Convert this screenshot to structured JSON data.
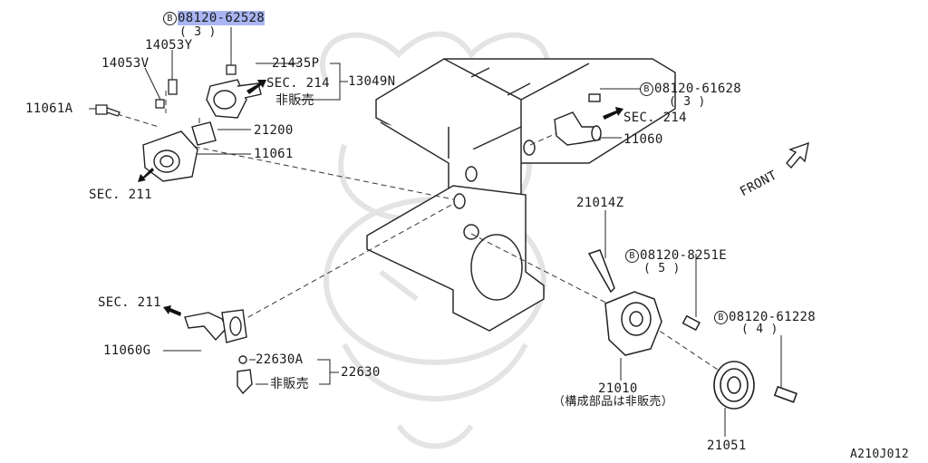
{
  "bolt_marker": "B",
  "labels": {
    "top_bolt": "08120-62528",
    "top_bolt_qty": "( 3 )",
    "p14053Y": "14053Y",
    "p14053V": "14053V",
    "p21435P": "21435P",
    "p13049N": "13049N",
    "sec214_top": "SEC. 214",
    "not_sold_top": "非販売",
    "p21200": "21200",
    "p11061A": "11061A",
    "p11061": "11061",
    "sec211_top": "SEC. 211",
    "right_bolt": "08120-61628",
    "right_bolt_qty": "( 3 )",
    "sec214_right": "SEC. 214",
    "p11060": "11060",
    "front": "FRONT",
    "p21014Z": "21014Z",
    "pump_bolt": "08120-8251E",
    "pump_bolt_qty": "( 5 )",
    "pulley_bolt": "08120-61228",
    "pulley_bolt_qty": "( 4 )",
    "sec211_left": "SEC. 211",
    "p11060G": "11060G",
    "p22630A": "22630A",
    "p22630": "22630",
    "not_sold_bottom": "非販売",
    "p21010": "21010",
    "p21010_note": "（構成部品は非販売）",
    "p21051": "21051",
    "diagram_code": "A210J012"
  },
  "colors": {
    "highlight": "#a9b6f3",
    "line": "#1a1a1a",
    "watermark": "#e6e6e6"
  }
}
